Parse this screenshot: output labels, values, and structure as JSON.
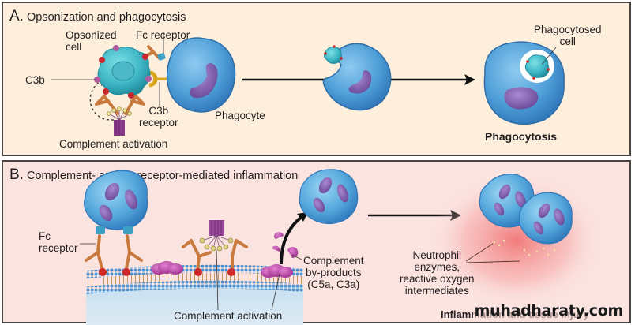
{
  "panel_a": {
    "letter": "A.",
    "title": "Opsonization and phagocytosis",
    "labels": {
      "opsonized_cell": [
        "Opsonized",
        "cell"
      ],
      "fc_receptor": "Fc receptor",
      "c3b": "C3b",
      "c3b_receptor": [
        "C3b",
        "receptor"
      ],
      "phagocyte": "Phagocyte",
      "complement_activation": "Complement activation",
      "phagocytosed_cell": [
        "Phagocytosed",
        "cell"
      ],
      "phagocytosis": "Phagocytosis"
    }
  },
  "panel_b": {
    "letter": "B.",
    "title": "Complement- and Fc receptor-mediated inflammation",
    "labels": {
      "fc_receptor": [
        "Fc",
        "receptor"
      ],
      "complement_activation": "Complement activation",
      "complement_byproducts": [
        "Complement",
        "by-products",
        "(C5a, C3a)"
      ],
      "neutrophil_enzymes": [
        "Neutrophil",
        "enzymes,",
        "reactive oxygen",
        "intermediates"
      ],
      "inflammation": "Inflammation and tissue injury"
    }
  },
  "watermark": "muhadharaty.com",
  "colors": {
    "panel_a_bg": "#fdefdc",
    "panel_b_bg": "#fbe3e0",
    "phagocyte_blue": "#4f9fd8",
    "opsonized_teal": "#3fb8c6",
    "nucleus_purple": "#7a5aa8",
    "antibody_orange": "#d58a4a",
    "c3b_red": "#c8282c",
    "complement_magenta": "#b040a0"
  }
}
